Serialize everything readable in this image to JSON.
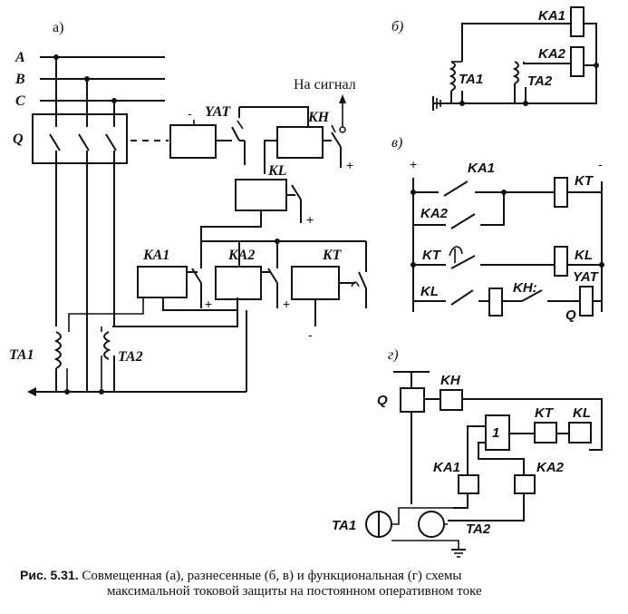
{
  "panels": {
    "a": "а)",
    "b": "б)",
    "v": "в)",
    "g": "г)"
  },
  "phases": [
    "A",
    "B",
    "C"
  ],
  "labels": {
    "Q": "Q",
    "YAT": "YAT",
    "KH": "KH",
    "KL": "KL",
    "KA1": "KA1",
    "KA2": "KA2",
    "KT": "KT",
    "TA1": "TA1",
    "TA2": "TA2",
    "signal": "На сигнал",
    "plus": "+",
    "minus": "-",
    "minus_long": "–",
    "func_one": "1",
    "KH_colon": "KH:"
  },
  "caption": {
    "fig": "Рис. 5.31.",
    "line1": "Совмещенная (а), разнесенные (б, в) и функциональная (г) схемы",
    "line2": "максимальной токовой защиты на постоянном оперативном токе"
  }
}
